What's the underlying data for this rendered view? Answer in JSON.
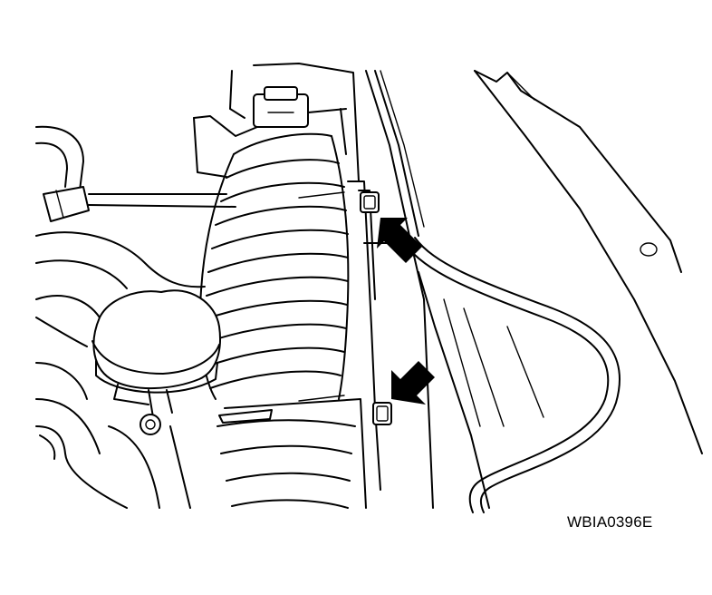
{
  "figure": {
    "code": "WBIA0396E",
    "callouts": [
      "upper-bolt",
      "lower-bolt"
    ]
  },
  "colors": {
    "line": "#000000",
    "background": "#ffffff"
  }
}
